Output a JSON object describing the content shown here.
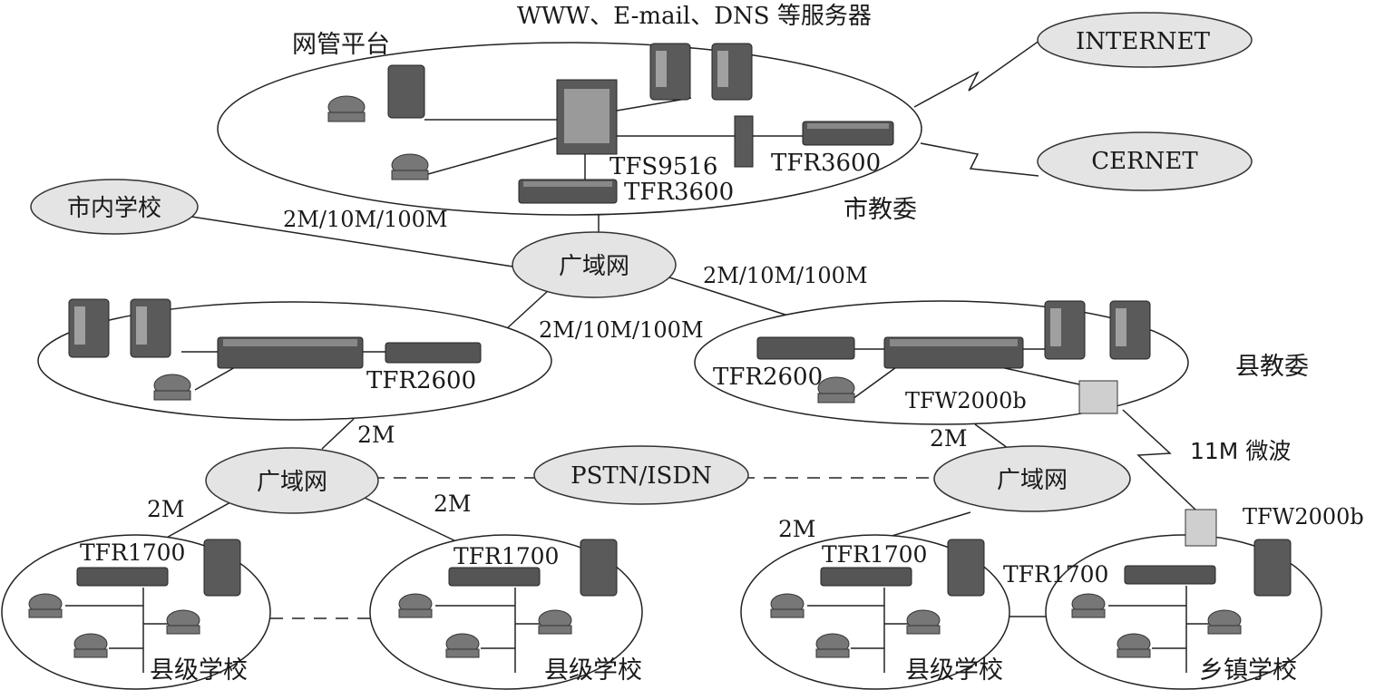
{
  "labels": {
    "servers": "WWW、E-mail、DNS 等服务器",
    "nms": "网管平台",
    "tfs9516": "TFS9516",
    "tfr3600_a": "TFR3600",
    "tfr3600_b": "TFR3600",
    "city_edu": "市教委",
    "internet": "INTERNET",
    "cernet": "CERNET",
    "city_school": "市内学校",
    "wan_top": "广域网",
    "speed1": "2M/10M/100M",
    "speed2": "2M/10M/100M",
    "speed3": "2M/10M/100M",
    "tfr2600_left": "TFR2600",
    "tfr2600_right": "TFR2600",
    "tfw2000b_a": "TFW2000b",
    "tfw2000b_b": "TFW2000b",
    "county_edu": "县教委",
    "microwave": "11M 微波",
    "link_2m_a": "2M",
    "link_2m_b": "2M",
    "link_2m_c": "2M",
    "link_2m_d": "2M",
    "link_2m_e": "2M",
    "wan_left": "广域网",
    "wan_right": "广域网",
    "pstn": "PSTN/ISDN",
    "tfr1700_1": "TFR1700",
    "tfr1700_2": "TFR1700",
    "tfr1700_3": "TFR1700",
    "tfr1700_4": "TFR1700",
    "county_school_1": "县级学校",
    "county_school_2": "县级学校",
    "county_school_3": "县级学校",
    "town_school": "乡镇学校"
  },
  "colors": {
    "line": "#222222",
    "cloud_fill": "#e4e4e4",
    "device": "#555555"
  }
}
